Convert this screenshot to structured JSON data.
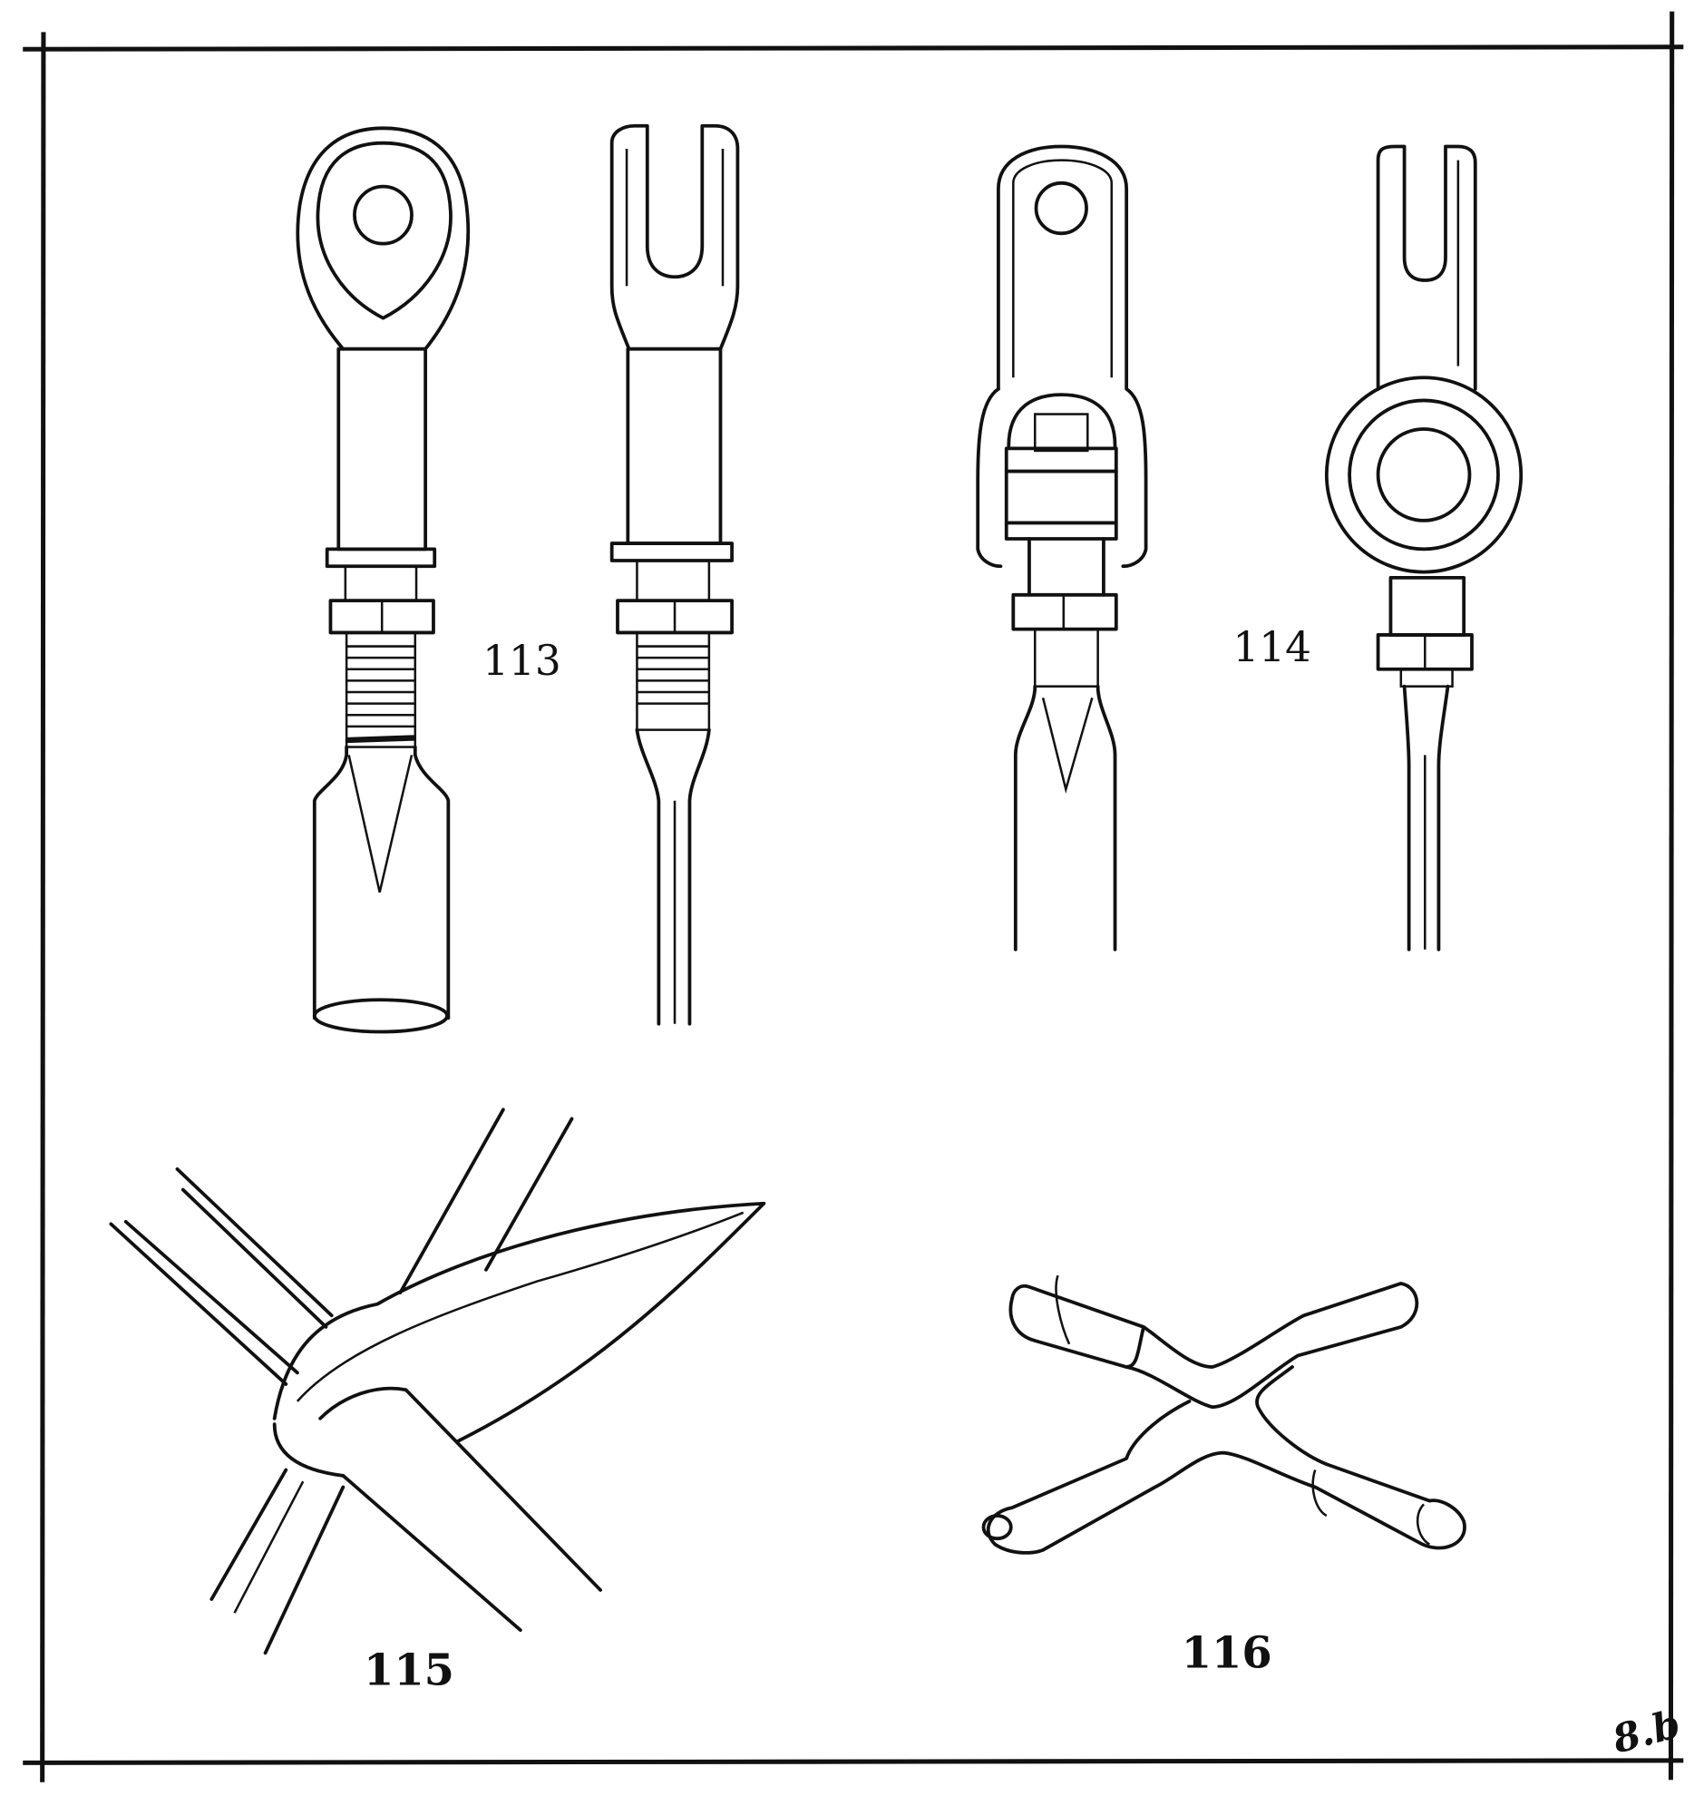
{
  "figure_labels": {
    "fig113": "113",
    "fig114": "114",
    "fig115": "115",
    "fig116": "116"
  },
  "signature": "8.b",
  "colors": {
    "ink": "#111111",
    "paper": "#ffffff"
  }
}
